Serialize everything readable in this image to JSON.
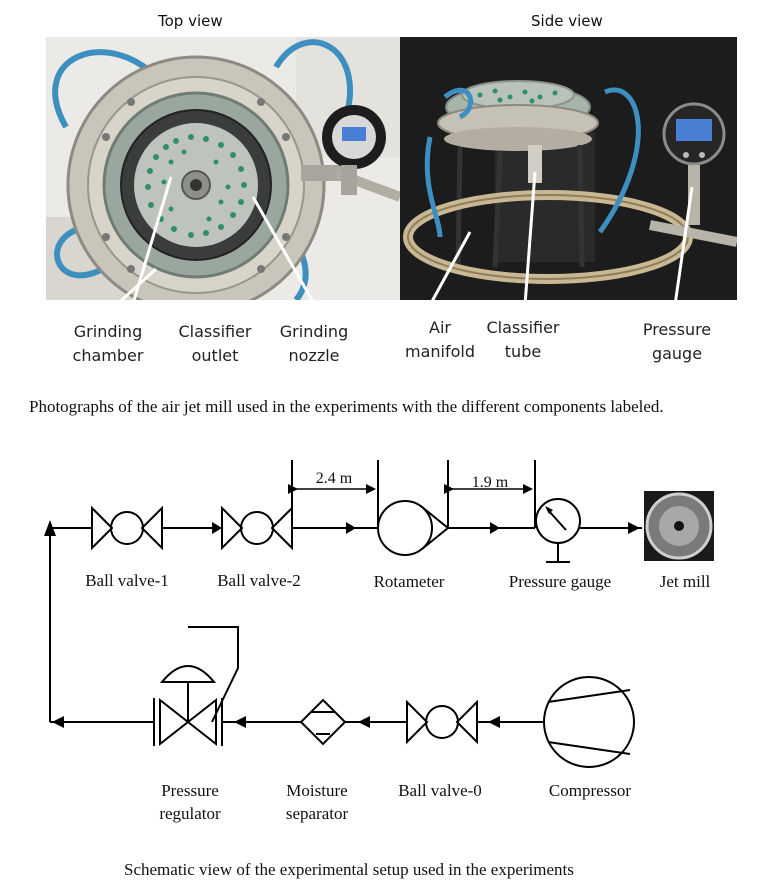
{
  "photos": {
    "top_view_title": "Top view",
    "side_view_title": "Side view",
    "labels": {
      "grinding_chamber": [
        "Grinding",
        "chamber"
      ],
      "classifier_outlet": [
        "Classifier",
        "outlet"
      ],
      "grinding_nozzle": [
        "Grinding",
        "nozzle"
      ],
      "air_manifold": [
        "Air",
        "manifold"
      ],
      "classifier_tube": [
        "Classifier",
        "tube"
      ],
      "pressure_gauge": [
        "Pressure",
        "gauge"
      ]
    },
    "caption": "Photographs of the air jet mill used in the experiments with the different components labeled."
  },
  "schematic": {
    "dim_1": "2.4 m",
    "dim_2": "1.9 m",
    "ball_valve_1": "Ball valve-1",
    "ball_valve_2": "Ball valve-2",
    "rotameter": "Rotameter",
    "pressure_gauge": "Pressure gauge",
    "jet_mill": "Jet mill",
    "pressure_regulator": [
      "Pressure",
      "regulator"
    ],
    "moisture_separator": [
      "Moisture",
      "separator"
    ],
    "ball_valve_0": "Ball valve-0",
    "compressor": "Compressor",
    "caption": "Schematic view of the experimental setup used in the experiments"
  },
  "colors": {
    "tube_blue": "#3d8fc0",
    "steel": "#b8b4aa",
    "gauge_screen": "#4a7fd6",
    "media_green": "#2f8f6a"
  }
}
